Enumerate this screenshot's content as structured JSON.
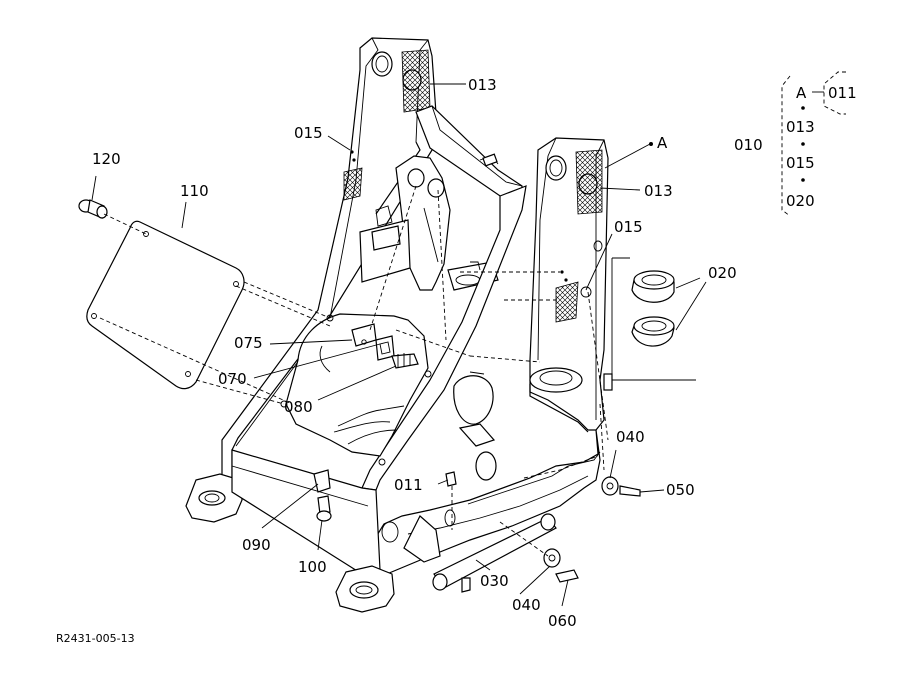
{
  "diagram": {
    "drawing_code": "R2431-005-13",
    "callouts": {
      "p013_top": "013",
      "p013_right": "013",
      "p015_left": "015",
      "p015_right": "015",
      "pA": "A",
      "p120": "120",
      "p110": "110",
      "p020": "020",
      "p075": "075",
      "p070": "070",
      "p080": "080",
      "p011": "011",
      "p040_right": "040",
      "p050": "050",
      "p090": "090",
      "p100": "100",
      "p030": "030",
      "p040_bottom": "040",
      "p060": "060"
    },
    "legend": {
      "group": "010",
      "ref": "A",
      "ref_part": "011",
      "items": [
        "013",
        "015",
        "020"
      ]
    }
  }
}
